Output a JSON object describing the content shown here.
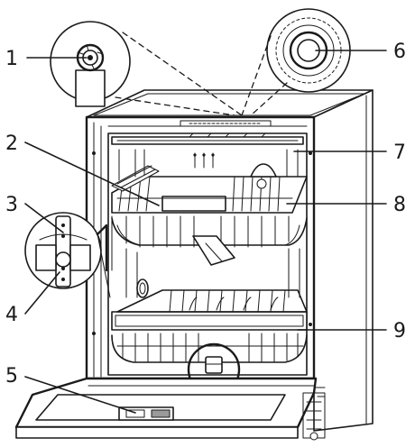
{
  "diagram": {
    "callouts": [
      {
        "id": "1",
        "label": "1"
      },
      {
        "id": "2",
        "label": "2"
      },
      {
        "id": "3",
        "label": "3"
      },
      {
        "id": "4",
        "label": "4"
      },
      {
        "id": "5",
        "label": "5"
      },
      {
        "id": "6",
        "label": "6"
      },
      {
        "id": "7",
        "label": "7"
      },
      {
        "id": "8",
        "label": "8"
      },
      {
        "id": "9",
        "label": "9"
      }
    ]
  },
  "colors": {
    "line": "#1a1a1a",
    "background": "#ffffff",
    "fill_dark": "#9a9a9a"
  }
}
